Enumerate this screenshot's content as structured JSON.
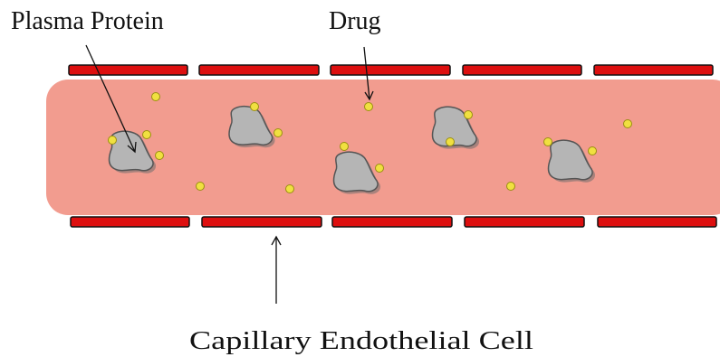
{
  "labels": {
    "plasma_protein": "Plasma Protein",
    "drug": "Drug",
    "endothelial_cell": "Capillary Endothelial Cell"
  },
  "colors": {
    "capillary_fill": "#f29c8f",
    "endothelial_cell_fill": "#dd0f0f",
    "endothelial_cell_stroke": "#111111",
    "protein_fill": "#b5b5b5",
    "protein_stroke": "#555555",
    "drug_fill": "#f0e040",
    "drug_stroke": "#9a8f10"
  },
  "icons": {
    "plasma_protein": "irregular-grey-blob",
    "drug": "small-yellow-dot",
    "endothelial_cell": "red-bar"
  }
}
